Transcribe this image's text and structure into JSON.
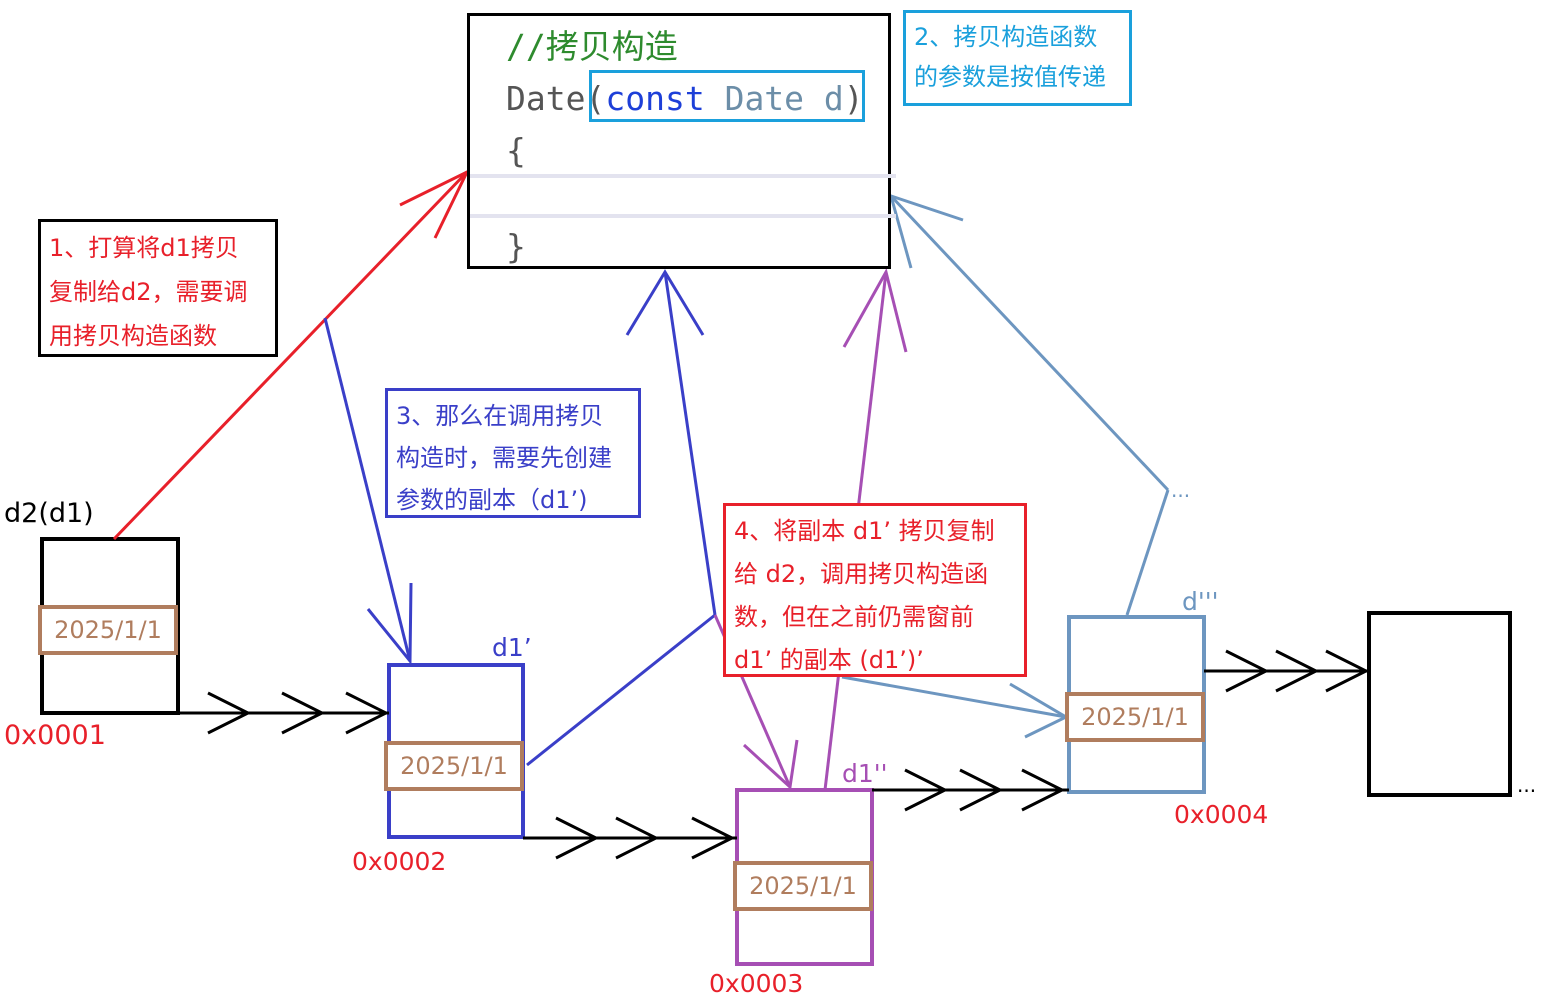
{
  "code": {
    "comment": "//拷贝构造",
    "sig_type": "Date",
    "sig_open": "(",
    "sig_kw": "const",
    "sig_param": " Date d",
    "sig_close": ")",
    "open_brace": "{",
    "close_brace": "}"
  },
  "notes": {
    "n1": "1、打算将d1拷贝\n复制给d2，需要调\n用拷贝构造函数",
    "n2": "2、拷贝构造函数\n的参数是按值传递",
    "n3": "3、那么在调用拷贝\n构造时，需要先创建\n参数的副本（d1’)",
    "n4": "4、将副本 d1’ 拷贝复制\n给 d2，调用拷贝构造函\n数，但在之前仍需窗前\nd1’ 的副本 (d1’)’"
  },
  "objects": [
    {
      "name": "d2(d1)",
      "date": "2025/1/1",
      "address": "0x0001"
    },
    {
      "name": "d1’",
      "date": "2025/1/1",
      "address": "0x0002"
    },
    {
      "name": "d1''",
      "date": "2025/1/1",
      "address": "0x0003"
    },
    {
      "name": "d'''",
      "date": "2025/1/1",
      "address": "0x0004"
    }
  ],
  "ellipsis": "...",
  "colors": {
    "red": "#e8202a",
    "blue": "#3a3fc8",
    "cyan": "#1aa0dc",
    "purple": "#a64fb4",
    "steel": "#6d96c0",
    "brown": "#b07d5e"
  }
}
